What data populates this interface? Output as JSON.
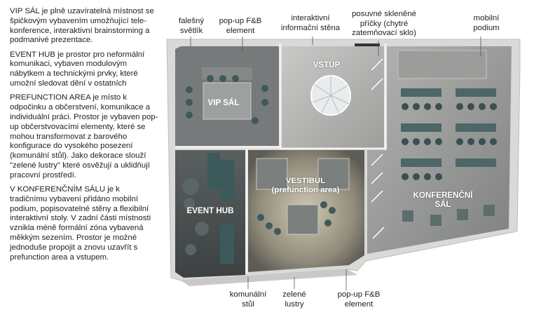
{
  "description": [
    "VIP SÁL je plně uzavíratelná místnost se špičkovým vybavením umožňující tele-konference, interaktivní brainstorming a podmanivé prezentace.",
    "EVENT HUB je prostor pro neformální komunikaci, vybaven modulovým nábytkem a technickými prvky, které umožní sledovat dění v ostatních",
    "PREFUNCTION AREA je místo k odpočinku a občerstvení, komunikace a individuální práci. Prostor je vybaven pop-up občerstvovacími elementy, které se mohou transformovat z barového konfigurace do vysokého posezení (komunální stůl). Jako dekorace slouží \"zelené lustry\" které osvěžují a uklidňují pracovní prostředí.",
    "V KONFERENČNÍM SÁLU je k tradičnímu vybavení přidáno mobilní podium, popisovatelné stěny a flexibilní interaktivní stoly. V zadní části místnosti vznikla méně formální zóna vybavená měkkým sezením. Prostor je možné jednoduše propojit a znovu uzavřít s prefunction area a vstupem."
  ],
  "callouts": {
    "false_chandelier": "falešný\nsvětlík",
    "popup_fb_top": "pop-up F&B\nelement",
    "info_wall": "interaktivní\ninformační stěna",
    "sliding_glass": "posuvné skleněné\npříčky (chytré\nzatemňovací sklo)",
    "mobile_podium": "mobilní\npodium",
    "communal_table": "komunální\nstůl",
    "green_chandeliers": "zelené\nlustry",
    "popup_fb_bottom": "pop-up F&B\nelement"
  },
  "rooms": {
    "vip": "VIP SÁL",
    "entrance": "VSTUP",
    "vestibule": "VESTIBUL\n(prefunction area)",
    "event_hub": "EVENT HUB",
    "conference": "KONFERENČNÍ\nSÁL"
  },
  "colors": {
    "wall": "#d9d9d7",
    "floor_vip": "#777a7a",
    "floor_event": "#4e5353",
    "floor_vestibule": "#8f8a7a",
    "floor_conference": "#a7a8a6",
    "furniture_teal": "#3d5a5b"
  }
}
